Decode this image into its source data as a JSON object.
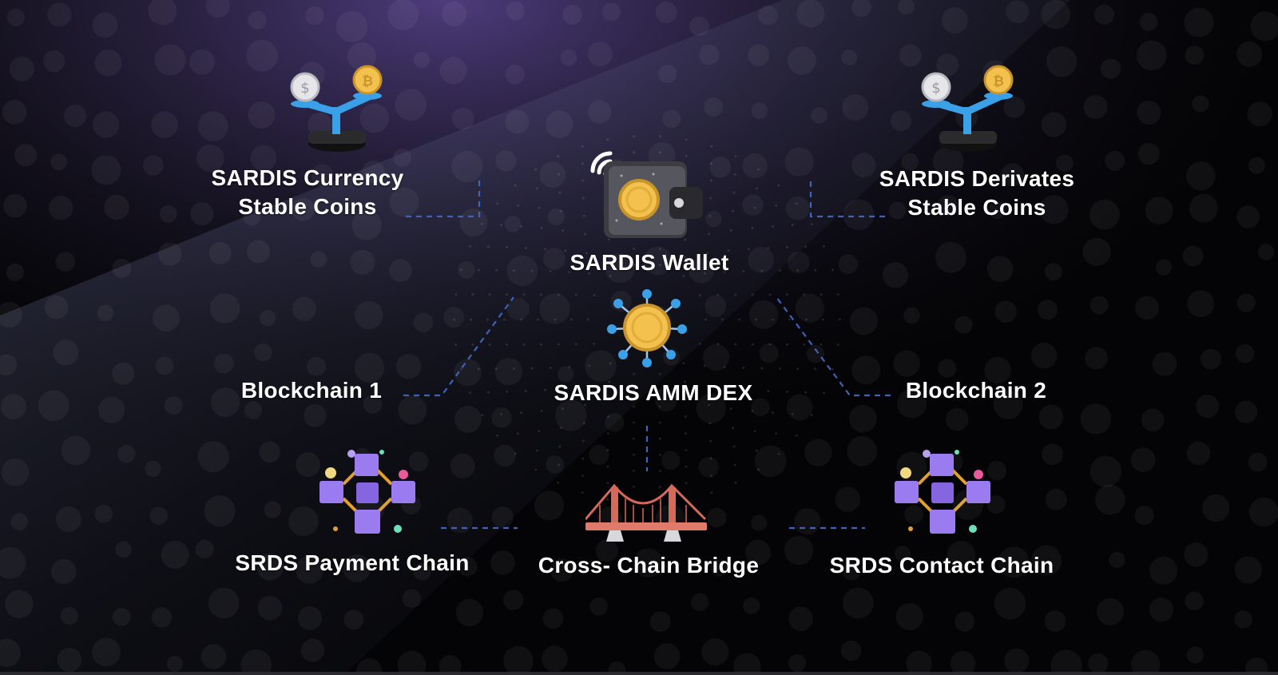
{
  "nodes": {
    "currency_stable": {
      "line1": "SARDIS Currency",
      "line2": "Stable Coins",
      "icon": "balance-scale-coins-icon"
    },
    "derivates_stable": {
      "line1": "SARDIS Derivates",
      "line2": "Stable Coins",
      "icon": "balance-scale-coins-icon"
    },
    "wallet": {
      "label": "SARDIS Wallet",
      "icon": "contactless-wallet-icon"
    },
    "amm_dex": {
      "label": "SARDIS AMM DEX",
      "icon": "network-coin-icon"
    },
    "blockchain_1": {
      "label": "Blockchain 1"
    },
    "blockchain_2": {
      "label": "Blockchain 2"
    },
    "payment_chain": {
      "label": "SRDS Payment Chain",
      "icon": "block-chain-cubes-icon"
    },
    "bridge": {
      "label": "Cross- Chain Bridge",
      "icon": "suspension-bridge-icon"
    },
    "contact_chain": {
      "label": "SRDS Contact Chain",
      "icon": "block-chain-cubes-icon"
    }
  },
  "colors": {
    "background": "#040406",
    "accent_purple": "#5b4a9e",
    "connector": "#3f63b8",
    "coin_gold": "#f2c14e",
    "cube_purple": "#9b7cf0",
    "bridge_red": "#e07a6a"
  }
}
